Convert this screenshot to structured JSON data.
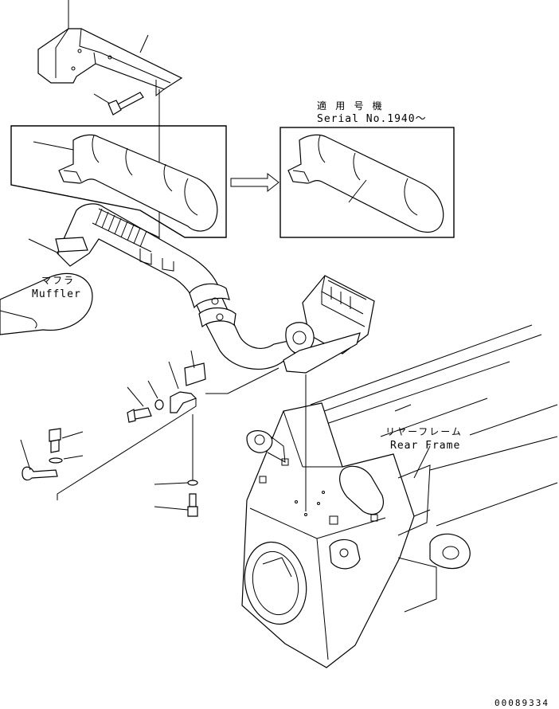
{
  "labels": {
    "applicable_serial_jp": "適 用 号 機",
    "applicable_serial_en": "Serial No.1940～",
    "muffler_jp": "マフラ",
    "muffler_en": "Muffler",
    "rear_frame_jp": "リヤーフレーム",
    "rear_frame_en": "Rear Frame",
    "drawing_number": "00089334"
  }
}
